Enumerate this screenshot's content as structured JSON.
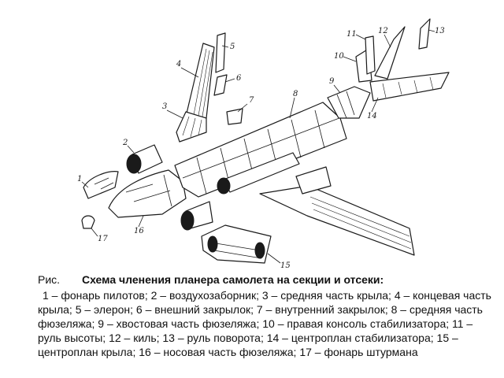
{
  "figure": {
    "prefix": "Рис.",
    "title": "Схема членения планера самолета на секции и отсеки:",
    "legend": "1 – фонарь пилотов; 2 – воздухозаборник; 3 – средняя часть крыла; 4 – концевая часть крыла; 5 – элерон; 6 – внешний закрылок; 7 – внутренний закрылок; 8 – средняя часть фюзеляжа; 9 – хвостовая часть фюзеляжа; 10 – правая консоль стабилизатора; 11 – руль высоты; 12 – киль; 13 – руль поворота; 14 – центроплан стабилизатора; 15 – центроплан крыла; 16 – носовая часть фюзеляжа; 17 – фонарь штурмана"
  },
  "callouts": [
    "1",
    "2",
    "3",
    "4",
    "5",
    "6",
    "7",
    "8",
    "9",
    "10",
    "11",
    "12",
    "13",
    "14",
    "15",
    "16",
    "17"
  ]
}
